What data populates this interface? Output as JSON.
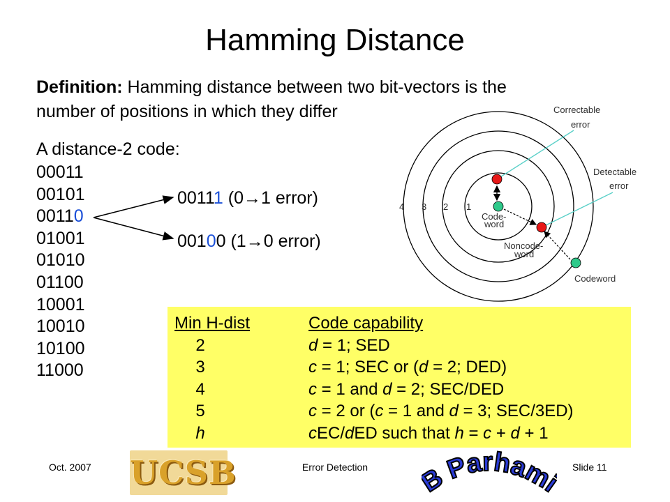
{
  "title": "Hamming Distance",
  "definition": {
    "label": "Definition:",
    "text": "Hamming distance between two bit-vectors is the number of positions in which they differ"
  },
  "code": {
    "heading": "A distance-2 code:",
    "words": [
      "00011",
      "00101",
      "00110",
      "01001",
      "01010",
      "01100",
      "10001",
      "10010",
      "10100",
      "11000"
    ],
    "highlight_index": 2,
    "highlight_prefix": "0011",
    "highlight_suffix": "0"
  },
  "errors": [
    {
      "prefix": "0011",
      "hl": "1",
      "suffix": " (0",
      "arrow": "→",
      "after": "1 error)"
    },
    {
      "prefix": "001",
      "hl": "0",
      "suffix": "0 (1",
      "arrow": "→",
      "after": "0 error)"
    }
  ],
  "diagram": {
    "ring_numbers": [
      "4",
      "3",
      "2",
      "1"
    ],
    "correctable_label": [
      "Correctable",
      "error"
    ],
    "detectable_label": [
      "Detectable",
      "error"
    ],
    "code_word_label": [
      "Code-",
      "word"
    ],
    "noncode_word_label": [
      "Noncode-",
      "word"
    ],
    "codeword_label": "Codeword",
    "colors": {
      "red": "#e81818",
      "green": "#2ec98a",
      "teal_line": "#5ad0c8",
      "ring": "#000000"
    }
  },
  "table": {
    "header": {
      "col1": "Min H-dist",
      "col2": "Code capability"
    },
    "rows": [
      {
        "dist": "2",
        "parts": [
          {
            "t": "d",
            "i": true
          },
          {
            "t": " = 1; SED"
          }
        ]
      },
      {
        "dist": "3",
        "parts": [
          {
            "t": "c",
            "i": true
          },
          {
            "t": " = 1; SEC  or  ("
          },
          {
            "t": "d",
            "i": true
          },
          {
            "t": " = 2; DED)"
          }
        ]
      },
      {
        "dist": "4",
        "parts": [
          {
            "t": "c",
            "i": true
          },
          {
            "t": " = 1 and "
          },
          {
            "t": "d",
            "i": true
          },
          {
            "t": " = 2; SEC/DED"
          }
        ]
      },
      {
        "dist": "5",
        "parts": [
          {
            "t": "c",
            "i": true
          },
          {
            "t": " = 2  or  ("
          },
          {
            "t": "c",
            "i": true
          },
          {
            "t": " = 1 and "
          },
          {
            "t": "d",
            "i": true
          },
          {
            "t": " = 3; SEC/3ED)"
          }
        ]
      },
      {
        "dist": "h",
        "dist_italic": true,
        "parts": [
          {
            "t": "c",
            "i": true
          },
          {
            "t": "EC/"
          },
          {
            "t": "d",
            "i": true
          },
          {
            "t": "ED such that "
          },
          {
            "t": "h",
            "i": true
          },
          {
            "t": " = "
          },
          {
            "t": "c",
            "i": true
          },
          {
            "t": " + "
          },
          {
            "t": "d",
            "i": true
          },
          {
            "t": " + 1"
          }
        ]
      }
    ],
    "background": "#ffff66"
  },
  "footer": {
    "date": "Oct. 2007",
    "center": "Error Detection",
    "slide": "Slide 11",
    "logo_text": "UCSB",
    "author_logo_text": "B Parhami"
  }
}
